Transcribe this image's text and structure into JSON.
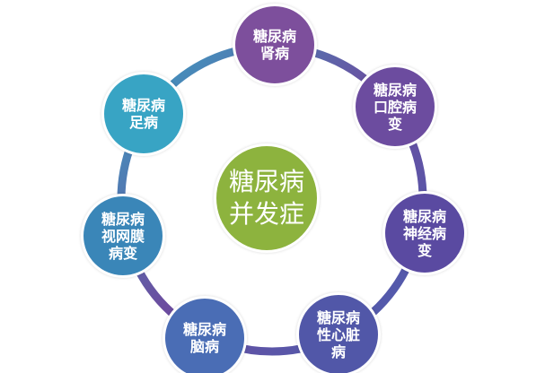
{
  "center": {
    "label": "糖尿病并发症",
    "color": "#8db33e"
  },
  "nodes": [
    {
      "label": "糖尿病肾病",
      "color": "#7d4f9c"
    },
    {
      "label": "糖尿病口腔病变",
      "color": "#6c4c9f"
    },
    {
      "label": "糖尿病神经病变",
      "color": "#5a4aa1"
    },
    {
      "label": "糖尿病性心脏病",
      "color": "#5157a8"
    },
    {
      "label": "糖尿病脑病",
      "color": "#4a6db5"
    },
    {
      "label": "糖尿病视网膜病变",
      "color": "#3a86b8"
    },
    {
      "label": "糖尿病足病",
      "color": "#38a4c4"
    }
  ]
}
